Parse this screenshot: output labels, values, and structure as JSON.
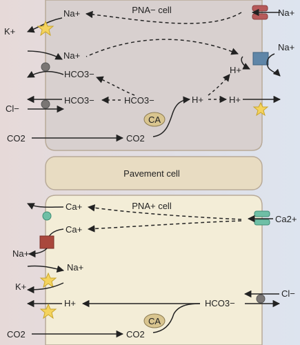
{
  "colors": {
    "left_bg": "#e7dcdc",
    "right_bg": "#dfe5ef",
    "pna_minus_cell": "#d9d1d1",
    "pna_plus_cell": "#f2ecd6",
    "pavement_cell": "#e8dcc3",
    "cell_border": "#b9ab95"
  },
  "cells": {
    "pna_minus": "PNA− cell",
    "pavement": "Pavement cell",
    "pna_plus": "PNA+ cell"
  },
  "top_labels": {
    "na_left": "Na+",
    "k_left": "K+",
    "na_left2": "Na+",
    "hco3_left1": "HCO3−",
    "hco3_left2": "HCO3−",
    "hco3_mid": "HCO3−",
    "cl_left": "Cl−",
    "co2_left": "CO2",
    "co2_mid": "CO2",
    "ca_enzyme": "CA",
    "h_mid": "H+",
    "h_right_upper": "H+",
    "h_right_lower": "H+",
    "na_right_top": "Na+",
    "na_right_mid": "Na+"
  },
  "bottom_labels": {
    "ca_left1": "Ca+",
    "ca_left2": "Ca+",
    "ca_right": "Ca2+",
    "na_left": "Na+",
    "na_left2": "Na+",
    "k_left": "K+",
    "h_left": "H+",
    "co2_left": "CO2",
    "co2_mid": "CO2",
    "ca_enzyme": "CA",
    "hco3_right": "HCO3−",
    "cl_right": "Cl−"
  },
  "icons": [
    "star-transporter-icon",
    "gray-circle-channel-icon",
    "red-pump-icon",
    "blue-square-exchanger-icon",
    "green-circle-channel-icon",
    "green-pump-icon",
    "red-square-exchanger-icon"
  ]
}
